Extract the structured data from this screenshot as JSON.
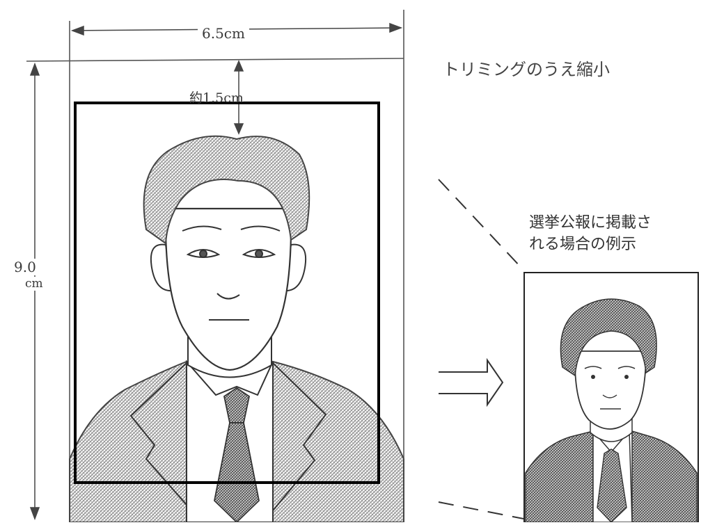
{
  "diagram": {
    "width_label": "6.5cm",
    "top_margin_label": "約1.5cm",
    "height_value": "9.0",
    "height_unit": "cm",
    "trimming_note": "トリミングのうえ縮小",
    "example_caption_line1": "選挙公報に掲載さ",
    "example_caption_line2": "れる場合の例示"
  },
  "colors": {
    "line": "#333333",
    "hatch": "#7a7a7a",
    "crop_frame": "#000000"
  }
}
